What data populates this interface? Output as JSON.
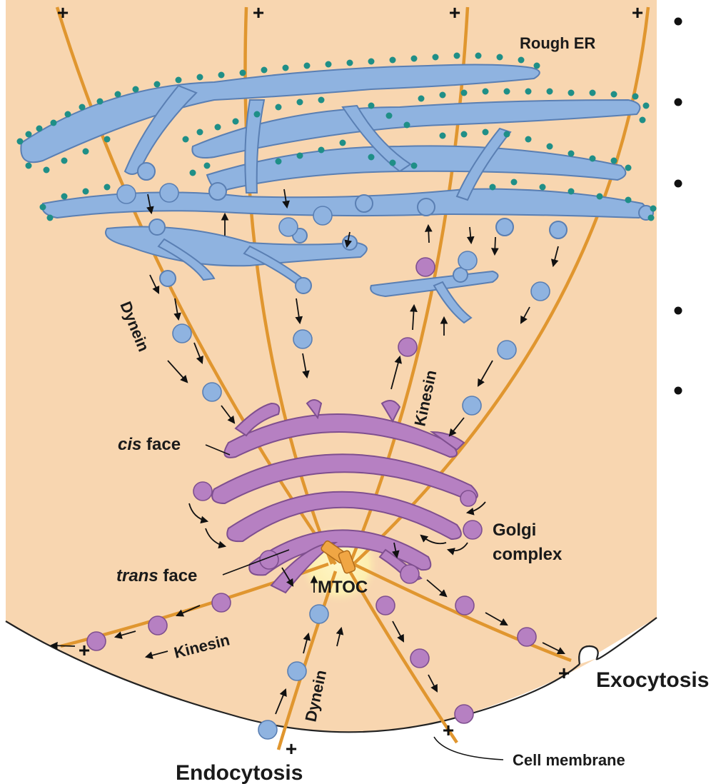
{
  "labels": {
    "rough_er": "Rough ER",
    "dynein_upper": "Dynein",
    "kinesin_upper": "Kinesin",
    "cis_face_italic": "cis",
    "cis_face_rest": "face",
    "golgi_line1": "Golgi",
    "golgi_line2": "complex",
    "trans_face_italic": "trans",
    "trans_face_rest": "face",
    "mtoc": "MTOC",
    "kinesin_lower": "Kinesin",
    "dynein_lower": "Dynein",
    "exocytosis": "Exocytosis",
    "endocytosis": "Endocytosis",
    "cell_membrane": "Cell membrane",
    "plus_sign": "+"
  },
  "colors": {
    "cytoplasm": "#f8d6b0",
    "microtubule": "#e0962f",
    "er_vesicle_blue": "#8fb3e0",
    "golgi_vesicle_purple": "#b680c2",
    "ribosome": "#1f8f87",
    "mtoc_glow": "#fdf2b0"
  }
}
